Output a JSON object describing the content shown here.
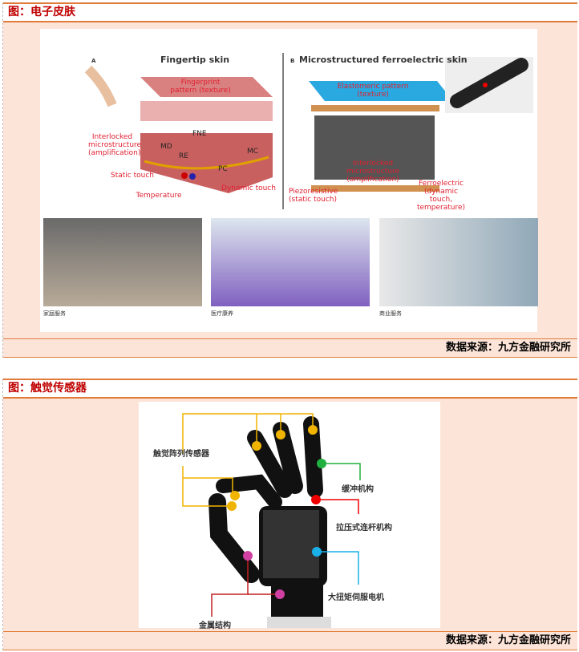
{
  "figure1": {
    "title": "图：电子皮肤",
    "source": "数据来源：九方金融研究所",
    "panel_a": {
      "letter": "A",
      "heading": "Fingertip skin",
      "labels": [
        "Fingerprint pattern (texture)",
        "Interlocked microstructure (amplification)",
        "Static touch",
        "Temperature",
        "Dynamic touch",
        "MD",
        "RE",
        "FNE",
        "PC",
        "MC"
      ]
    },
    "panel_b": {
      "letter": "B",
      "heading": "Microstructured ferroelectric skin",
      "labels": [
        "Elastomeric pattern (texture)",
        "Interlocked microstructure (amplification)",
        "Piezoresistive (static touch)",
        "Ferroelectric (dynamic touch, temperature)"
      ]
    },
    "photos": [
      "家庭服务",
      "医疗康养",
      "商业服务"
    ]
  },
  "figure2": {
    "title": "图：触觉传感器",
    "source": "数据来源：九方金融研究所",
    "labels": {
      "tactile": "触觉阵列传感器",
      "buffer": "缓冲机构",
      "linkage": "拉压式连杆机构",
      "motor": "大扭矩伺服电机",
      "metal": "金属结构"
    }
  }
}
